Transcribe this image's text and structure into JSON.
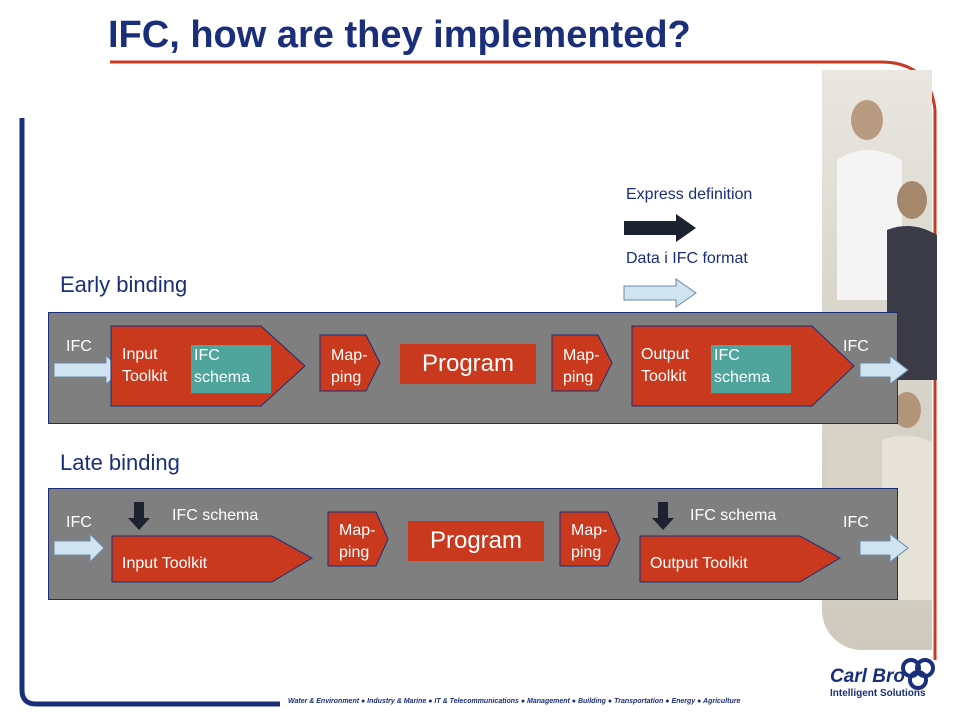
{
  "title": "IFC, how are they implemented?",
  "legend": {
    "express_label": "Express definition",
    "data_label": "Data i IFC format"
  },
  "early": {
    "heading": "Early binding",
    "ifc_left": "IFC",
    "input_toolkit_line1": "Input",
    "input_toolkit_line2": "Toolkit",
    "schema_line1": "IFC",
    "schema_line2": "schema",
    "mapping_line1": "Map-",
    "mapping_line2": "ping",
    "program": "Program",
    "output_toolkit_line1": "Output",
    "output_toolkit_line2": "Toolkit",
    "ifc_right": "IFC"
  },
  "late": {
    "heading": "Late binding",
    "ifc_left": "IFC",
    "schema_left": "IFC schema",
    "input_toolkit": "Input Toolkit",
    "mapping_line1": "Map-",
    "mapping_line2": "ping",
    "program": "Program",
    "schema_right": "IFC schema",
    "output_toolkit": "Output Toolkit",
    "ifc_right": "IFC"
  },
  "logo": {
    "name": "Carl Bro",
    "tagline": "Intelligent Solutions"
  },
  "footer": "Water & Environment ● Industry & Marine ● IT & Telecommunications ● Management ● Building ● Transportation ● Energy ● Agriculture",
  "colors": {
    "title_blue": "#1a2e7a",
    "accent_red": "#c8391e",
    "schema_teal": "#4fa49b",
    "panel_gray": "#7f7f7f",
    "arrow_light": "#cfe3f0"
  }
}
